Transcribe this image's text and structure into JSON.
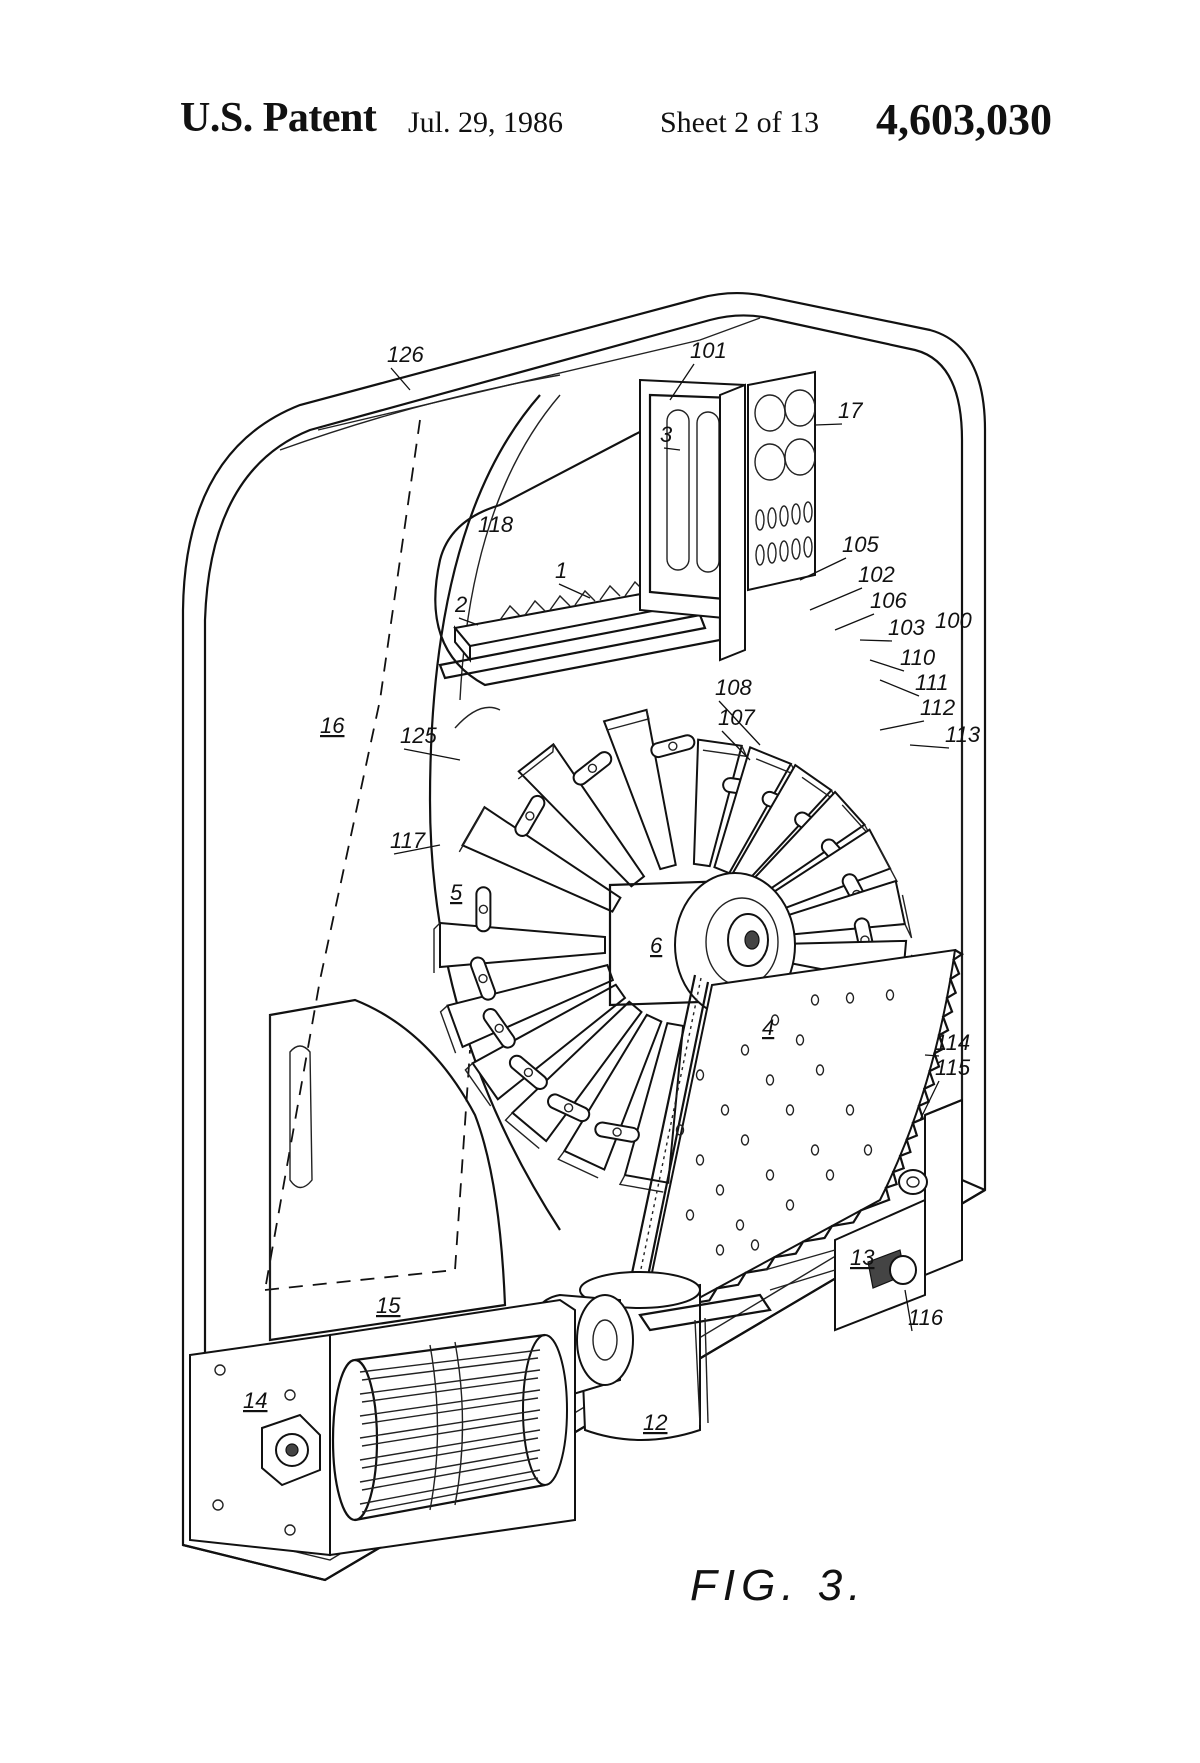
{
  "header": {
    "patent": "U.S. Patent",
    "date": "Jul. 29, 1986",
    "sheet": "Sheet 2 of 13",
    "number": "4,603,030"
  },
  "figure": {
    "caption": "FIG. 3.",
    "labels": [
      {
        "id": "126",
        "text": "126"
      },
      {
        "id": "101",
        "text": "101"
      },
      {
        "id": "17",
        "text": "17"
      },
      {
        "id": "3",
        "text": "3"
      },
      {
        "id": "118",
        "text": "118"
      },
      {
        "id": "1",
        "text": "1"
      },
      {
        "id": "2",
        "text": "2"
      },
      {
        "id": "105",
        "text": "105"
      },
      {
        "id": "102",
        "text": "102"
      },
      {
        "id": "106",
        "text": "106"
      },
      {
        "id": "103",
        "text": "103"
      },
      {
        "id": "100",
        "text": "100"
      },
      {
        "id": "110",
        "text": "110"
      },
      {
        "id": "111",
        "text": "111"
      },
      {
        "id": "112",
        "text": "112"
      },
      {
        "id": "113",
        "text": "113"
      },
      {
        "id": "108",
        "text": "108"
      },
      {
        "id": "107",
        "text": "107"
      },
      {
        "id": "16",
        "text": "16"
      },
      {
        "id": "125",
        "text": "125"
      },
      {
        "id": "117",
        "text": "117"
      },
      {
        "id": "5",
        "text": "5"
      },
      {
        "id": "6",
        "text": "6"
      },
      {
        "id": "4",
        "text": "4"
      },
      {
        "id": "114",
        "text": "114"
      },
      {
        "id": "115",
        "text": "115"
      },
      {
        "id": "13",
        "text": "13"
      },
      {
        "id": "116",
        "text": "116"
      },
      {
        "id": "15",
        "text": "15"
      },
      {
        "id": "14",
        "text": "14"
      },
      {
        "id": "12",
        "text": "12"
      }
    ]
  }
}
